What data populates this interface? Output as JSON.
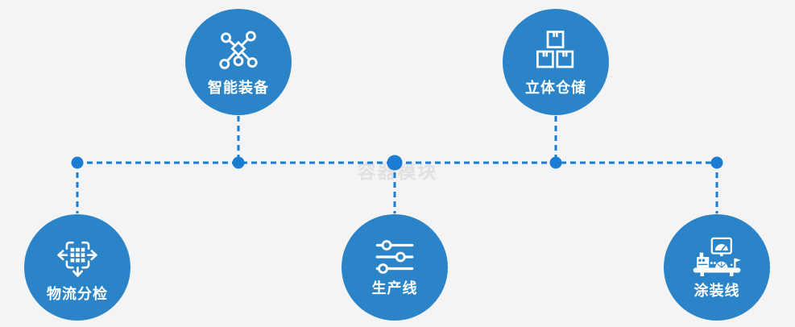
{
  "diagram": {
    "watermark": "容器模块",
    "connector_style": "dashed",
    "colors": {
      "node_fill": "#2a84c7",
      "connector_blue": "#1b7cd4",
      "background": "#f4f4f5",
      "label_text": "#ffffff",
      "watermark_text": "#e1e1e1"
    },
    "nodes": [
      {
        "label": "智能装备",
        "icon": "network-nodes-icon",
        "position": "top-left"
      },
      {
        "label": "立体仓储",
        "icon": "stacked-boxes-icon",
        "position": "top-right"
      },
      {
        "label": "物流分检",
        "icon": "sorting-grid-arrows-icon",
        "position": "bottom-left"
      },
      {
        "label": "生产线",
        "icon": "sliders-icon",
        "position": "bottom-center"
      },
      {
        "label": "涂装线",
        "icon": "control-station-icon",
        "position": "bottom-right"
      }
    ]
  }
}
